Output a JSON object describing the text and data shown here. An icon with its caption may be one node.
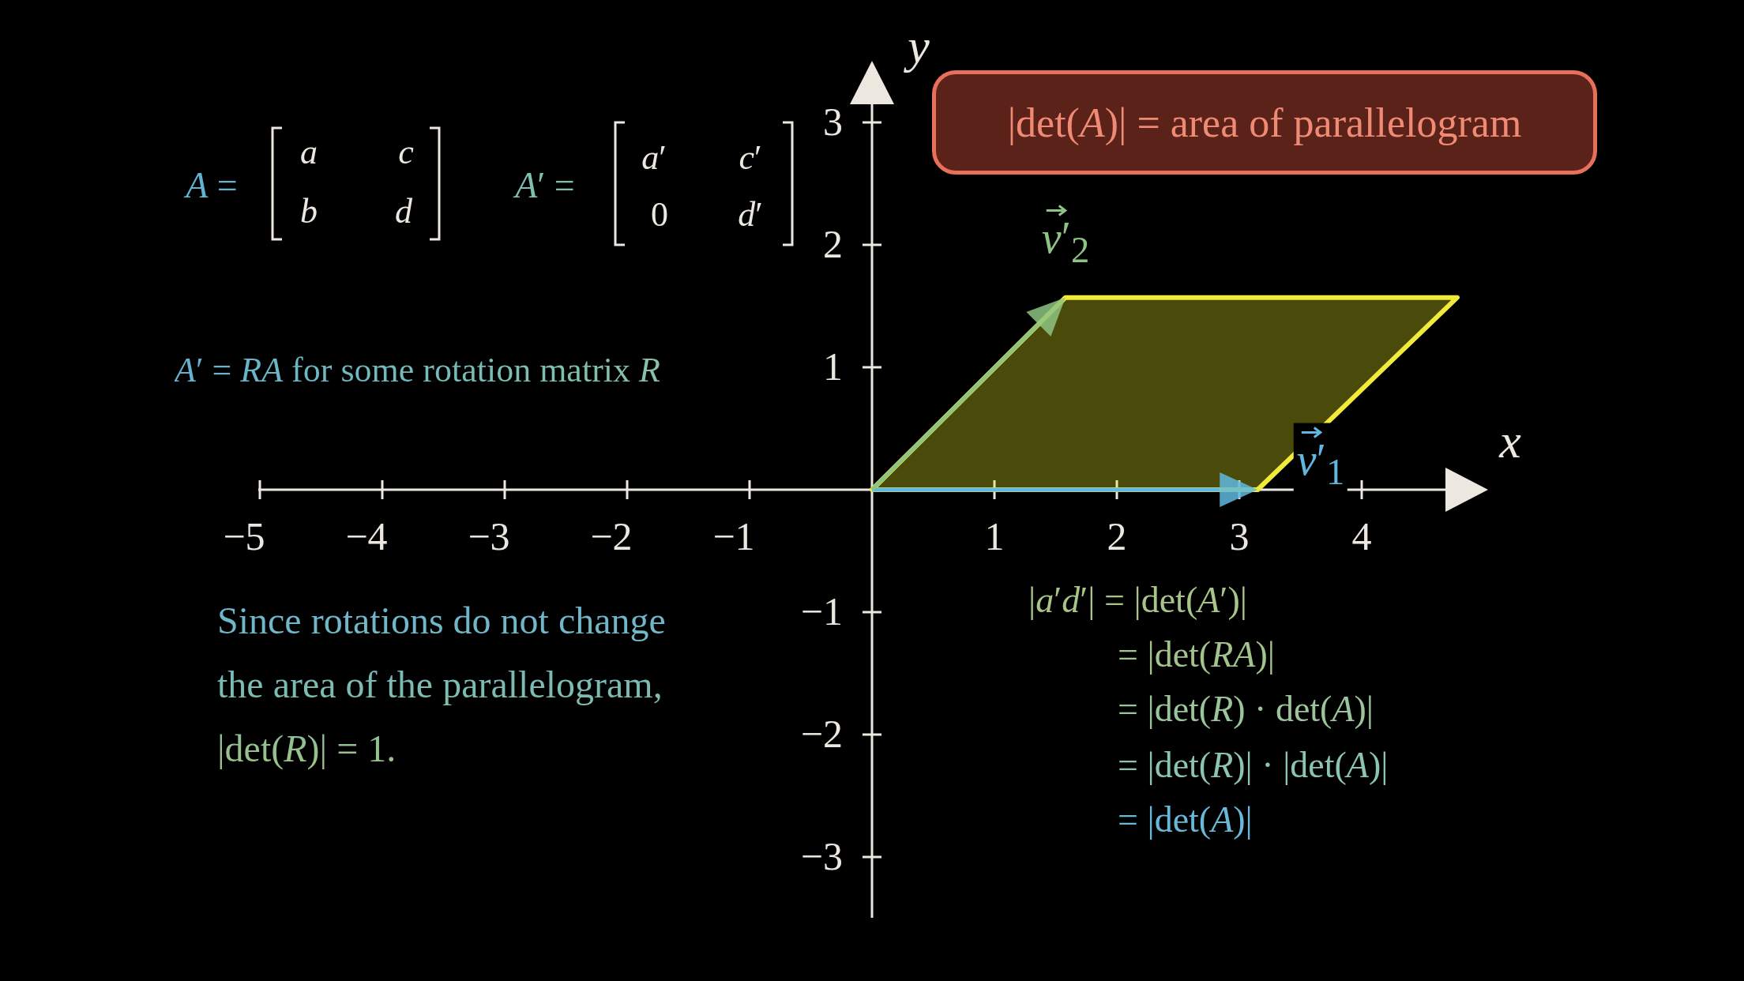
{
  "diagram": {
    "nodes": [
      {
        "text": [
          "|det(*A*)| = area of parallelogram"
        ]
      }
    ],
    "labels": [
      "*y*",
      "3",
      "2",
      "1",
      "−1",
      "−2",
      "−3",
      "*x*",
      "−5",
      "−4",
      "−3",
      "−2",
      "−1",
      "1",
      "2",
      "3",
      "4",
      "*A* =",
      "*a*",
      "*c*",
      "*b*",
      "*d*",
      "*A*′ =",
      "*a*′",
      "*c*′",
      "0",
      "*d*′",
      "*v*′$_{2}$",
      "*A*′ = *RA* for some rotation matrix *R*",
      "*v*′$_{1}$",
      "Since rotations do not change the area of the parallelogram, |det(*R*)| = 1.",
      "|*a*′*d*′| = |det(*A*′)|",
      "= |det(*RA*)|",
      "= |det(*R*) · det(*A*)|",
      "= |det(*R*)| · |det(*A*)|",
      "= |det(*A*)|"
    ]
  }
}
